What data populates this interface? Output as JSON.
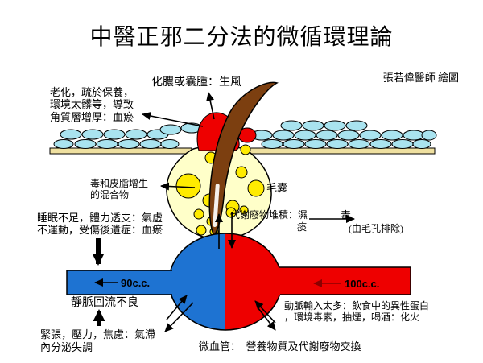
{
  "slide": {
    "title": "中醫正邪二分法的微循環理論",
    "credit": "張若偉醫師 繪圖"
  },
  "annotations": {
    "aging": "老化，疏於保養，\n環境太髒等，導致\n角質層增厚：血瘀",
    "pustule": "化膿或囊腫：生風",
    "sebum_mix": "毒和皮脂增生\n的混合物",
    "follicle": "毛囊",
    "waste": "代謝廢物堆積：濕",
    "waste2": "痰",
    "toxin": "毒",
    "pore_exit": "(由毛孔排除)",
    "sleep": "睡眠不足，體力透支：氣虛\n不運動，受傷後遺症：血瘀",
    "venous_return": "靜脈回流不良",
    "stress": "緊張，壓力，焦慮：氣滯\n內分泌失調",
    "artery_input": "動脈輸入太多：飲食中的異性蛋白\n，環境毒素，抽煙，喝酒：化火",
    "capillary": "微血管：　營養物質及代謝廢物交換",
    "vein_flow": "90c.c.",
    "artery_flow": "100c.c."
  },
  "colors": {
    "vein_blue": "#1E73D2",
    "artery_red": "#EE0000",
    "cell_blue": "#A9E3EF",
    "skin_tan": "#EFE0A0",
    "follicle_yellow": "#FFFFC9",
    "sebum_yellow": "#FFEB00",
    "hair_brown": "#7C3F10",
    "dark_red_arrow": "#8B0000"
  }
}
